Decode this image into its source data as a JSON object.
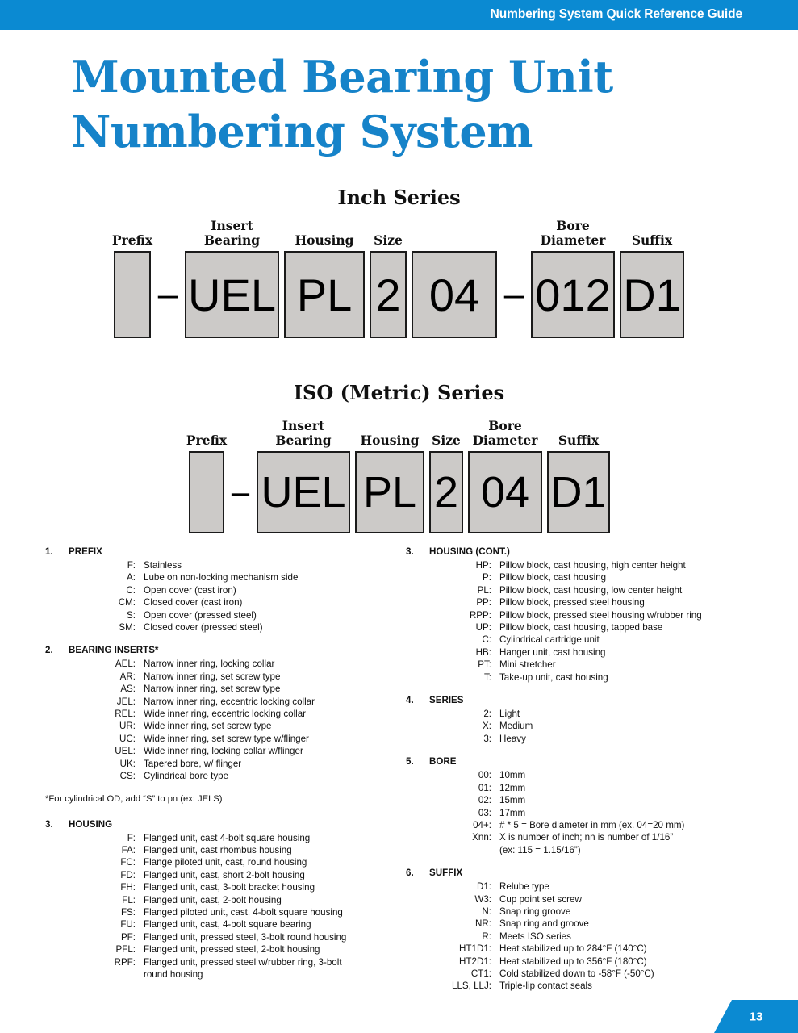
{
  "header": {
    "title": "Numbering System Quick Reference Guide",
    "bar_color": "#0B8AD2"
  },
  "page_title": {
    "line1": "Mounted Bearing Unit",
    "line2": "Numbering System",
    "color": "#1683C9"
  },
  "diagrams": [
    {
      "heading": "Inch Series",
      "cells": [
        {
          "label": "Prefix",
          "value": "",
          "width": 46,
          "height": 108,
          "font_size": 0
        },
        {
          "label": "",
          "value": "–",
          "width": 30,
          "height": 108,
          "font_size": 44,
          "is_dash": true
        },
        {
          "label": "Insert\nBearing",
          "value": "UEL",
          "width": 117,
          "height": 108,
          "font_size": 56
        },
        {
          "label": "Housing",
          "value": "PL",
          "width": 100,
          "height": 108,
          "font_size": 56
        },
        {
          "label": "Size",
          "value": "2",
          "width": 46,
          "height": 108,
          "font_size": 56
        },
        {
          "label": "",
          "value": "04",
          "width": 106,
          "height": 108,
          "font_size": 56
        },
        {
          "label": "",
          "value": "–",
          "width": 30,
          "height": 108,
          "font_size": 44,
          "is_dash": true
        },
        {
          "label": "Bore\nDiameter",
          "value": "012",
          "width": 104,
          "height": 108,
          "font_size": 56
        },
        {
          "label": "Suffix",
          "value": "D1",
          "width": 80,
          "height": 108,
          "font_size": 56
        }
      ]
    },
    {
      "heading": "ISO (Metric) Series",
      "cells": [
        {
          "label": "Prefix",
          "value": "",
          "width": 44,
          "height": 102,
          "font_size": 0
        },
        {
          "label": "",
          "value": "–",
          "width": 28,
          "height": 102,
          "font_size": 40,
          "is_dash": true
        },
        {
          "label": "Insert\nBearing",
          "value": "UEL",
          "width": 116,
          "height": 102,
          "font_size": 54
        },
        {
          "label": "Housing",
          "value": "PL",
          "width": 86,
          "height": 102,
          "font_size": 54
        },
        {
          "label": "Size",
          "value": "2",
          "width": 42,
          "height": 102,
          "font_size": 54
        },
        {
          "label": "Bore\nDiameter",
          "value": "04",
          "width": 92,
          "height": 102,
          "font_size": 54
        },
        {
          "label": "Suffix",
          "value": "D1",
          "width": 78,
          "height": 102,
          "font_size": 54
        }
      ]
    }
  ],
  "legend_left": {
    "groups": [
      {
        "num": "1.",
        "title": "PREFIX",
        "rows": [
          {
            "code": "F:",
            "desc": "Stainless"
          },
          {
            "code": "A:",
            "desc": "Lube on non-locking mechanism side"
          },
          {
            "code": "C:",
            "desc": "Open cover (cast iron)"
          },
          {
            "code": "CM:",
            "desc": "Closed cover (cast iron)"
          },
          {
            "code": "S:",
            "desc": "Open cover (pressed steel)"
          },
          {
            "code": "SM:",
            "desc": "Closed cover (pressed steel)"
          }
        ]
      },
      {
        "num": "2.",
        "title": "BEARING INSERTS*",
        "rows": [
          {
            "code": "AEL:",
            "desc": "Narrow inner ring, locking collar"
          },
          {
            "code": "AR:",
            "desc": "Narrow inner ring, set screw type"
          },
          {
            "code": "AS:",
            "desc": "Narrow inner ring, set screw type"
          },
          {
            "code": "JEL:",
            "desc": "Narrow inner ring, eccentric locking collar"
          },
          {
            "code": "REL:",
            "desc": "Wide inner ring, eccentric locking collar"
          },
          {
            "code": "UR:",
            "desc": "Wide inner ring, set screw type"
          },
          {
            "code": "UC:",
            "desc": "Wide inner ring, set screw type w/flinger"
          },
          {
            "code": "UEL:",
            "desc": "Wide inner ring, locking collar w/flinger"
          },
          {
            "code": "UK:",
            "desc": "Tapered bore,  w/ flinger"
          },
          {
            "code": "CS:",
            "desc": "Cylindrical bore type"
          }
        ]
      }
    ],
    "footnote": "*For cylindrical OD, add “S” to pn (ex: JELS)",
    "housing_group": {
      "num": "3.",
      "title": "HOUSING",
      "rows": [
        {
          "code": "F:",
          "desc": "Flanged unit, cast 4-bolt square housing"
        },
        {
          "code": "FA:",
          "desc": "Flanged unit, cast rhombus housing"
        },
        {
          "code": "FC:",
          "desc": "Flange piloted unit, cast, round housing"
        },
        {
          "code": "FD:",
          "desc": "Flanged unit, cast, short 2-bolt housing"
        },
        {
          "code": "FH:",
          "desc": "Flanged unit, cast, 3-bolt bracket housing"
        },
        {
          "code": "FL:",
          "desc": "Flanged unit, cast, 2-bolt housing"
        },
        {
          "code": "FS:",
          "desc": "Flanged piloted unit, cast, 4-bolt square housing"
        },
        {
          "code": "FU:",
          "desc": "Flanged unit, cast, 4-bolt square bearing"
        },
        {
          "code": "PF:",
          "desc": "Flanged unit, pressed steel, 3-bolt round housing"
        },
        {
          "code": "PFL:",
          "desc": "Flanged unit, pressed steel, 2-bolt housing"
        },
        {
          "code": "RPF:",
          "desc": "Flanged unit, pressed steel w/rubber ring, 3-bolt",
          "cont": "round housing"
        }
      ]
    }
  },
  "legend_right": {
    "groups": [
      {
        "num": "3.",
        "title": "HOUSING (CONT.)",
        "rows": [
          {
            "code": "HP:",
            "desc": "Pillow block, cast housing, high center height"
          },
          {
            "code": "P:",
            "desc": "Pillow block, cast housing"
          },
          {
            "code": "PL:",
            "desc": "Pillow block, cast housing, low center height"
          },
          {
            "code": "PP:",
            "desc": "Pillow block, pressed steel housing"
          },
          {
            "code": "RPP:",
            "desc": "Pillow block, pressed steel housing w/rubber ring"
          },
          {
            "code": "UP:",
            "desc": "Pillow block, cast housing, tapped base"
          },
          {
            "code": "C:",
            "desc": "Cylindrical cartridge unit"
          },
          {
            "code": "HB:",
            "desc": "Hanger unit, cast housing"
          },
          {
            "code": "PT:",
            "desc": "Mini stretcher"
          },
          {
            "code": "T:",
            "desc": "Take-up unit, cast housing"
          }
        ]
      },
      {
        "num": "4.",
        "title": "SERIES",
        "rows": [
          {
            "code": "2:",
            "desc": "Light"
          },
          {
            "code": "X:",
            "desc": "Medium"
          },
          {
            "code": "3:",
            "desc": "Heavy"
          }
        ]
      },
      {
        "num": "5.",
        "title": "BORE",
        "rows": [
          {
            "code": "00:",
            "desc": "10mm"
          },
          {
            "code": "01:",
            "desc": "12mm"
          },
          {
            "code": "02:",
            "desc": "15mm"
          },
          {
            "code": "03:",
            "desc": "17mm"
          },
          {
            "code": "04+:",
            "desc": "# * 5 = Bore diameter in mm (ex. 04=20 mm)"
          },
          {
            "code": "Xnn:",
            "desc": "X is number of inch; nn is number of 1/16”",
            "cont": "(ex: 115 = 1.15/16”)"
          }
        ]
      },
      {
        "num": "6.",
        "title": "SUFFIX",
        "rows": [
          {
            "code": "D1:",
            "desc": "Relube type"
          },
          {
            "code": "W3:",
            "desc": "Cup point set screw"
          },
          {
            "code": "N:",
            "desc": "Snap ring groove"
          },
          {
            "code": "NR:",
            "desc": "Snap ring and groove"
          },
          {
            "code": "R:",
            "desc": "Meets ISO series"
          },
          {
            "code": "HT1D1:",
            "desc": "Heat stabilized up to 284°F (140°C)"
          },
          {
            "code": "HT2D1:",
            "desc": "Heat stabilized up to 356°F (180°C)"
          },
          {
            "code": "CT1:",
            "desc": "Cold stabilized down to -58°F (-50°C)"
          },
          {
            "code": "LLS, LLJ:",
            "desc": "Triple-lip contact seals"
          }
        ]
      }
    ]
  },
  "footer": {
    "page_number": "13",
    "tab_color": "#0B8AD2"
  }
}
